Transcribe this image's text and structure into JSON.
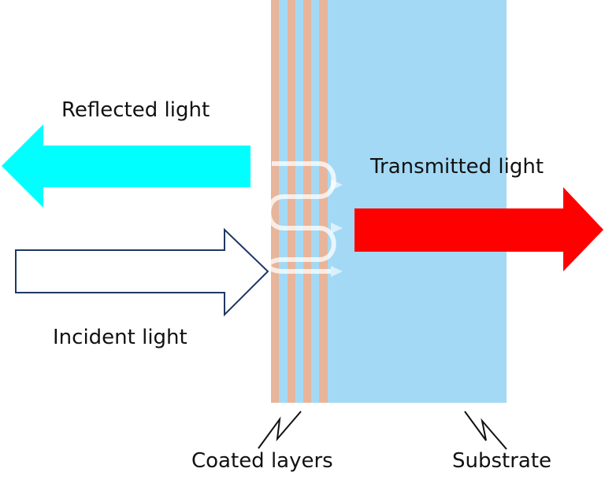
{
  "labels": {
    "reflected": "Reflected light",
    "transmitted": "Transmitted light",
    "incident": "Incident light",
    "coated": "Coated layers",
    "substrate": "Substrate"
  },
  "colors": {
    "reflected": "#00ffff",
    "transmitted": "#ff0000",
    "incident_outline": "#1f3864",
    "substrate": "#a3d9f5",
    "coating": "#e8b49a"
  }
}
